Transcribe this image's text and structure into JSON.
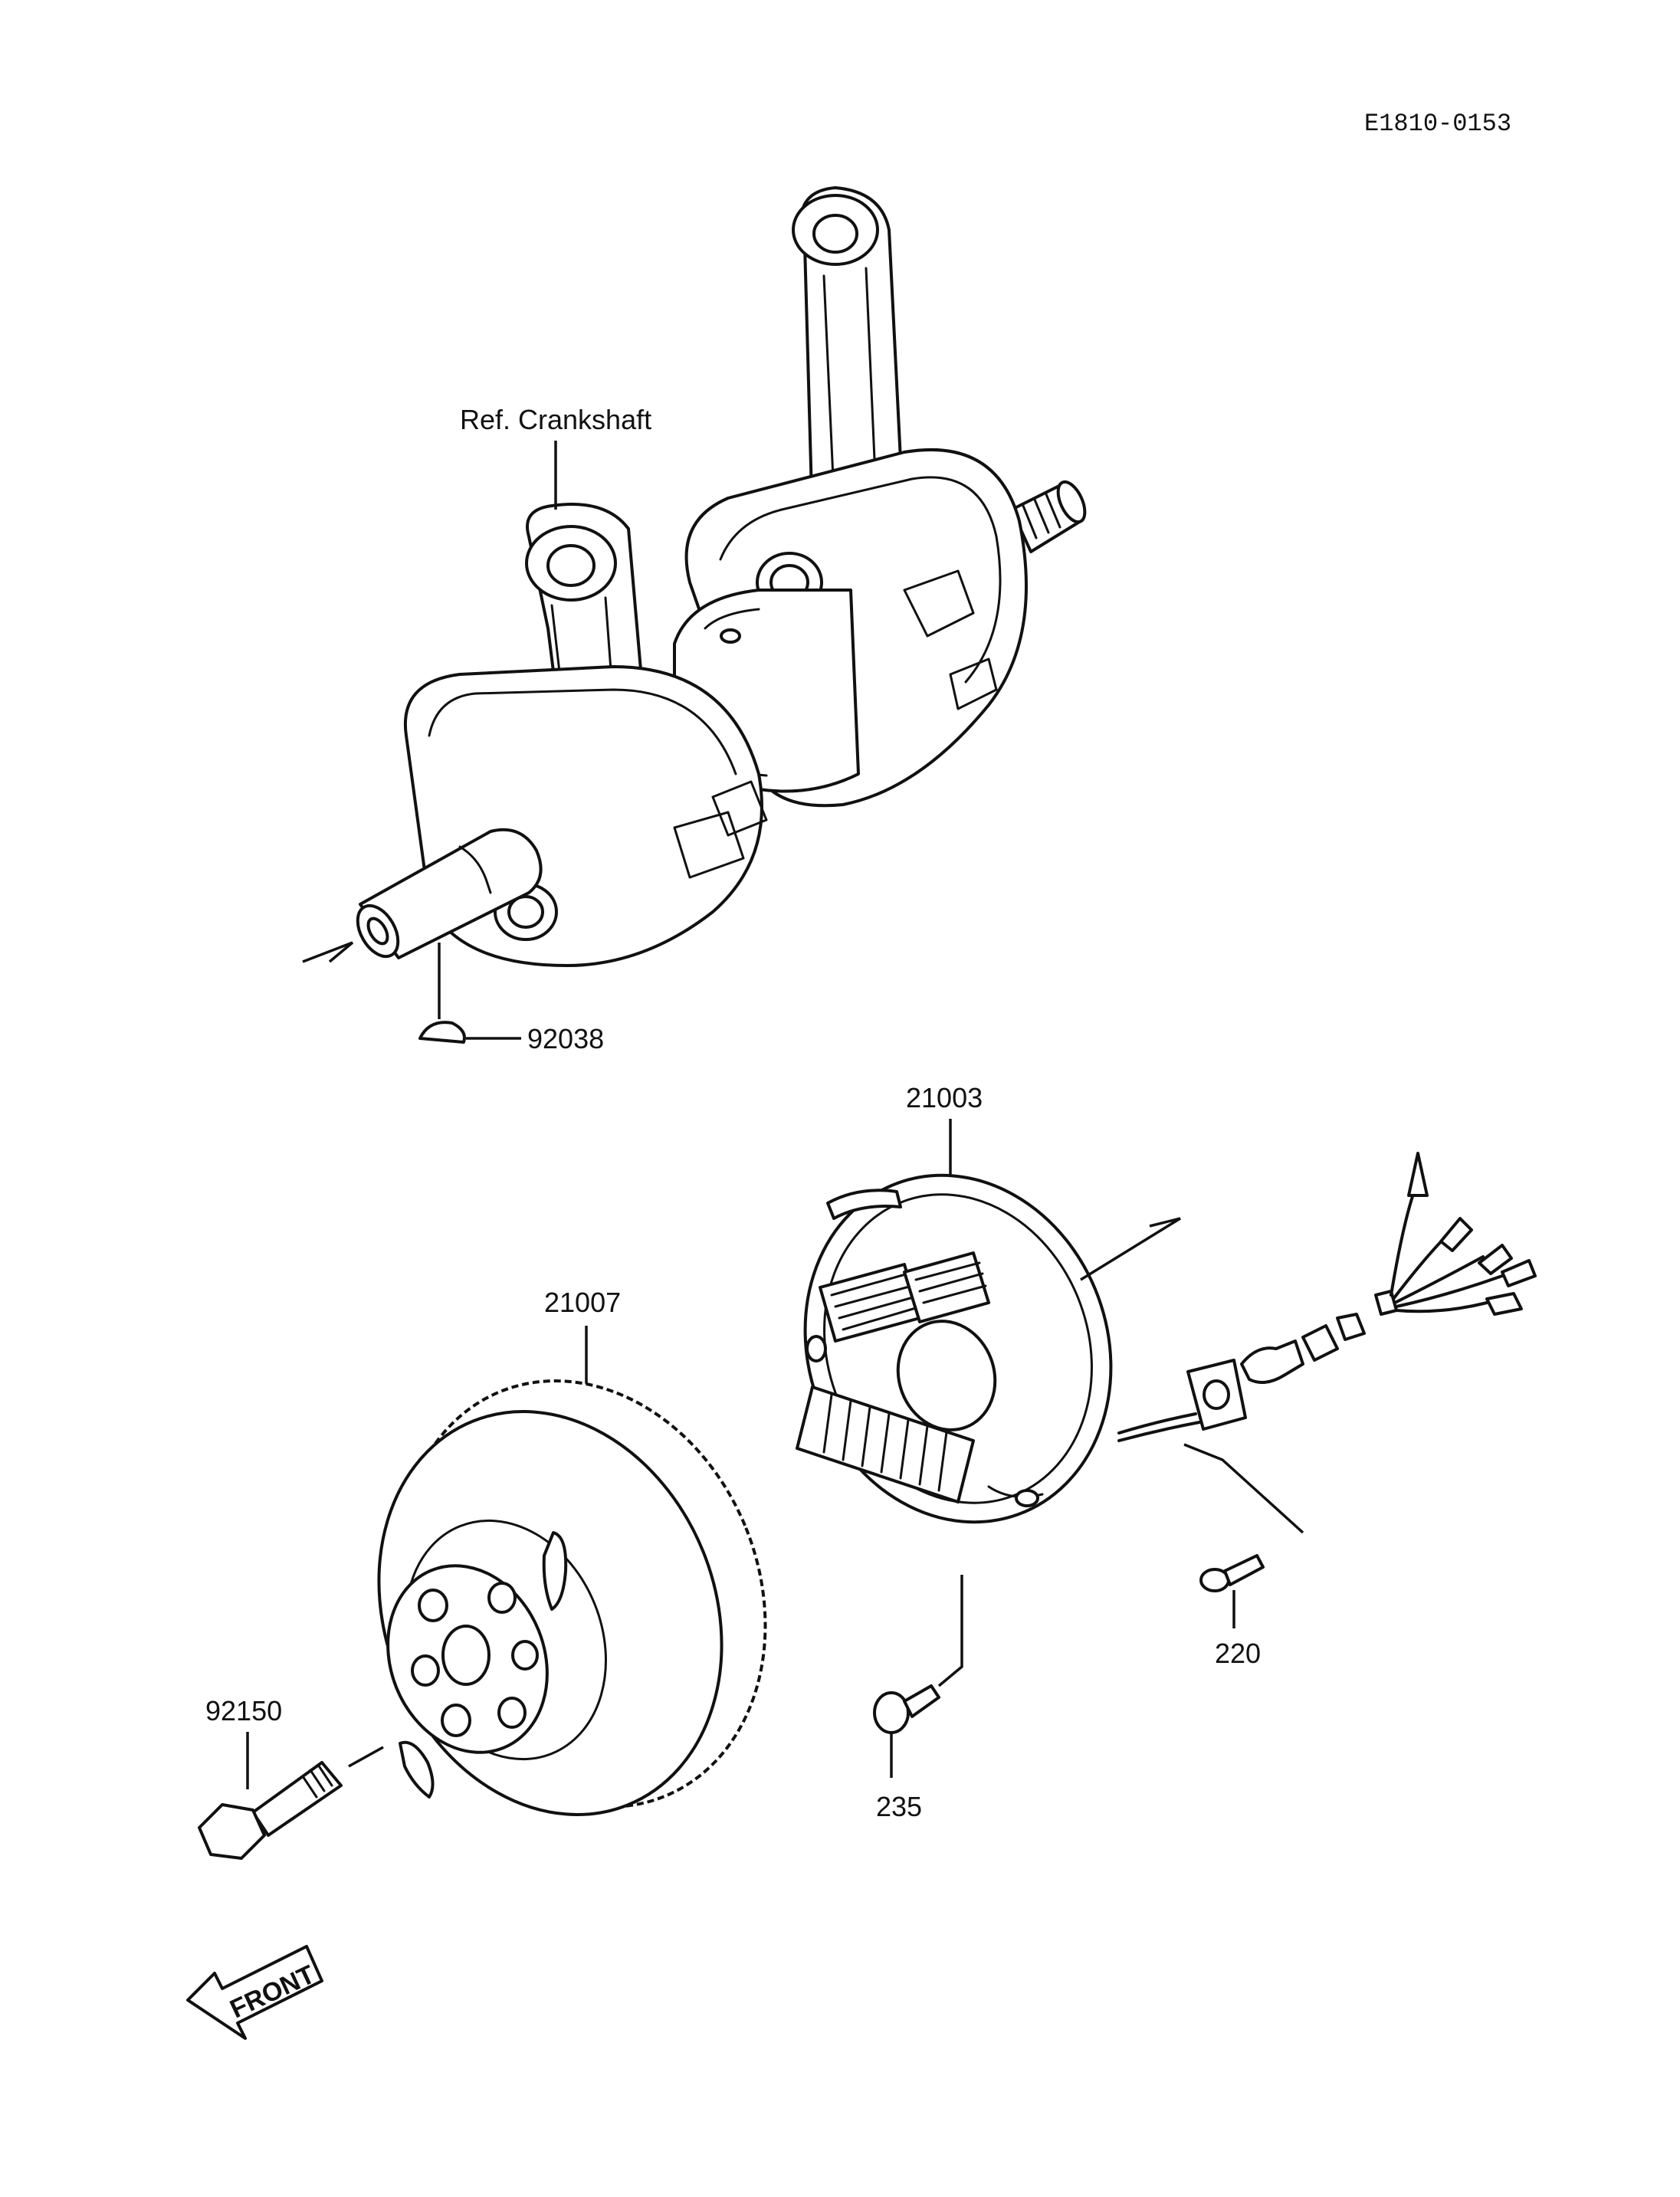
{
  "diagram_code": "E1810-0153",
  "labels": {
    "ref_crankshaft": "Ref. Crankshaft",
    "part_92038": "92038",
    "part_21003": "21003",
    "part_21007": "21007",
    "part_92150": "92150",
    "part_235": "235",
    "part_220": "220"
  },
  "front_arrow": "FRONT"
}
